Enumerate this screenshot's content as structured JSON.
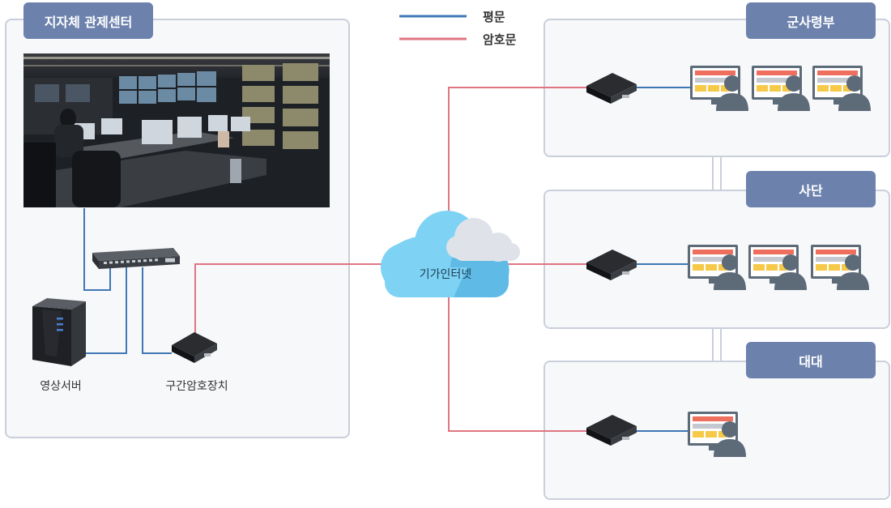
{
  "legend": {
    "plain_label": "평문",
    "encrypted_label": "암호문",
    "plain_color": "#3f77b4",
    "encrypted_color": "#e07582"
  },
  "left_panel": {
    "title": "지자체 관제센터",
    "server_label": "영상서버",
    "encryptor_label": "구간암호장치"
  },
  "cloud": {
    "label": "기가인터넷"
  },
  "sites": [
    {
      "title": "군사령부",
      "terminals": 3
    },
    {
      "title": "사단",
      "terminals": 3
    },
    {
      "title": "대대",
      "terminals": 1
    }
  ]
}
